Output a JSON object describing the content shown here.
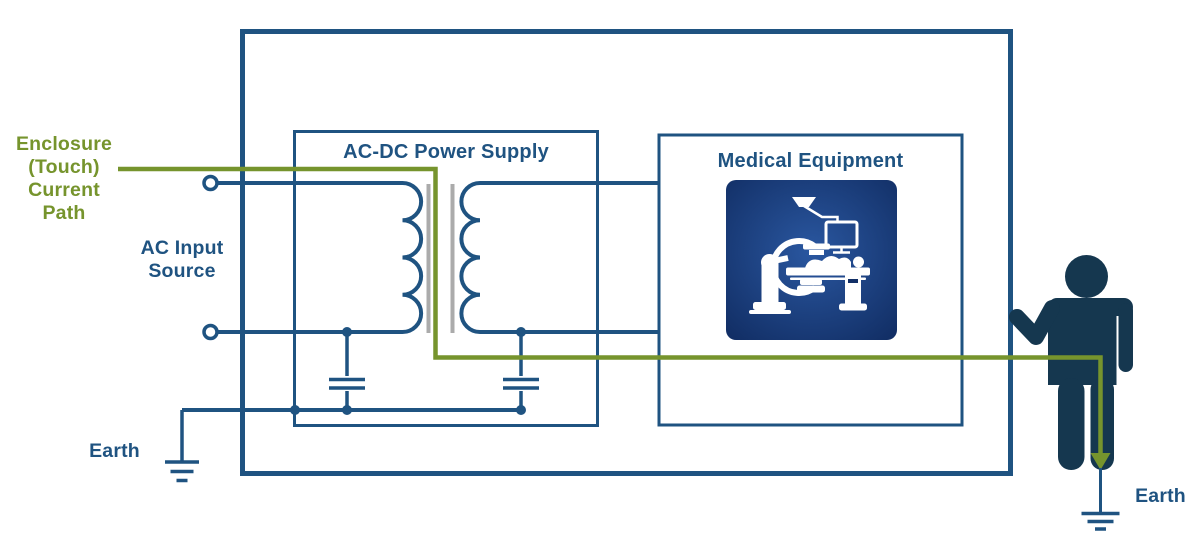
{
  "diagram": {
    "enclosure_label_lines": [
      "Enclosure",
      "(Touch)",
      "Current",
      "Path"
    ],
    "ac_input_label_lines": [
      "AC Input",
      "Source"
    ],
    "earth_left_label": "Earth",
    "earth_right_label": "Earth",
    "acdc_box_title": "AC-DC Power Supply",
    "medical_box_title": "Medical Equipment"
  },
  "colors": {
    "line_blue": "#1f5381",
    "path_green": "#76942d",
    "person_navy": "#15374f",
    "core_gray": "#ababab",
    "icon_bg_center": "#2a57a0",
    "icon_bg_edge": "#122f66",
    "background": "#ffffff"
  }
}
